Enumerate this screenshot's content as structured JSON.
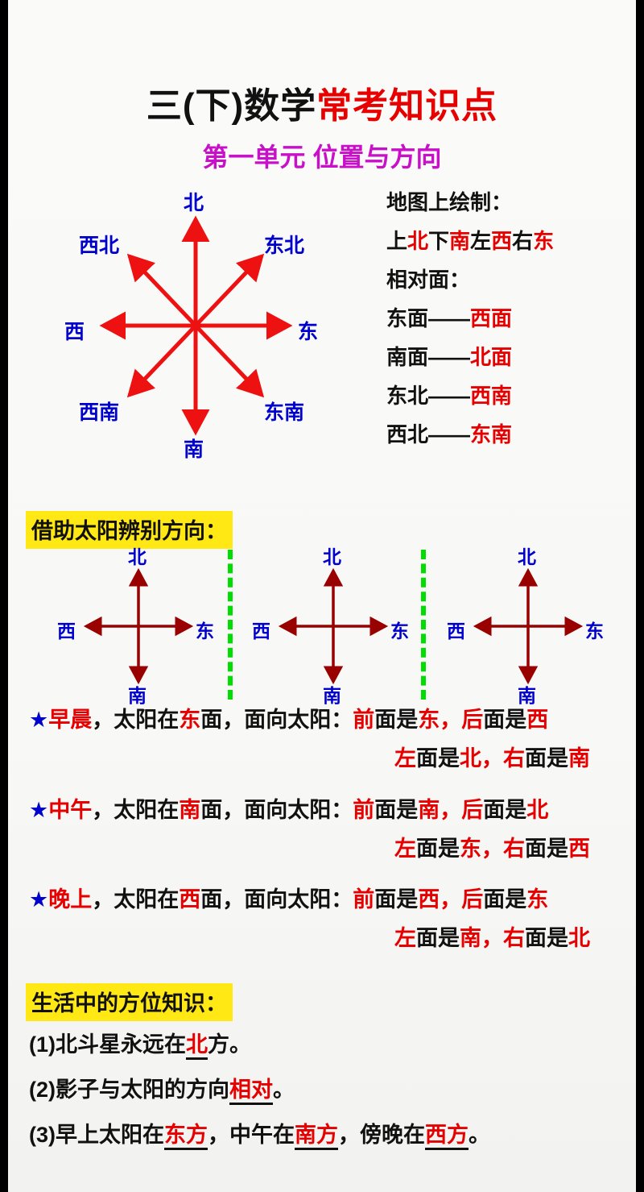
{
  "header": {
    "title_black": "三(下)数学",
    "title_red": "常考知识点",
    "subtitle": "第一单元 位置与方向"
  },
  "compass": {
    "labels": {
      "north": "北",
      "northeast": "东北",
      "east": "东",
      "southeast": "东南",
      "south": "南",
      "southwest": "西南",
      "west": "西",
      "northwest": "西北"
    },
    "arrow_color": "#ee1111",
    "label_color": "#0000cc"
  },
  "map_notes": {
    "heading1": "地图上绘制：",
    "rule_line": [
      {
        "t": "上",
        "c": "black"
      },
      {
        "t": "北",
        "c": "red"
      },
      {
        "t": "下",
        "c": "black"
      },
      {
        "t": "南",
        "c": "red"
      },
      {
        "t": "左",
        "c": "black"
      },
      {
        "t": "西",
        "c": "red"
      },
      {
        "t": "右",
        "c": "black"
      },
      {
        "t": "东",
        "c": "red"
      }
    ],
    "heading2": "相对面：",
    "pairs": [
      {
        "left": "东面——",
        "right": "西面"
      },
      {
        "left": "南面——",
        "right": "北面"
      },
      {
        "left": "东北——",
        "right": "西南"
      },
      {
        "left": "西北——",
        "right": "东南"
      }
    ]
  },
  "sun_section": {
    "heading": "借助太阳辨别方向：",
    "cross_labels": {
      "north": "北",
      "south": "南",
      "west": "西",
      "east": "东"
    },
    "divider_color": "#00dd00",
    "arrow_color": "#990000",
    "rules": [
      {
        "star": "★",
        "time": "早晨",
        "line1_mid": "，太阳在",
        "sun_dir": "东",
        "line1_tail": "面，面向太阳：",
        "front_label": "前",
        "front_mid": "面是",
        "front_dir": "东",
        "comma": "，",
        "back_label": "后",
        "back_mid": "面是",
        "back_dir": "西",
        "left_label": "左",
        "left_mid": "面是",
        "left_dir": "北",
        "right_label": "右",
        "right_mid": "面是",
        "right_dir": "南"
      },
      {
        "star": "★",
        "time": "中午",
        "line1_mid": "，太阳在",
        "sun_dir": "南",
        "line1_tail": "面，面向太阳：",
        "front_label": "前",
        "front_mid": "面是",
        "front_dir": "南",
        "comma": "，",
        "back_label": "后",
        "back_mid": "面是",
        "back_dir": "北",
        "left_label": "左",
        "left_mid": "面是",
        "left_dir": "东",
        "right_label": "右",
        "right_mid": "面是",
        "right_dir": "西"
      },
      {
        "star": "★",
        "time": "晚上",
        "line1_mid": "，太阳在",
        "sun_dir": "西",
        "line1_tail": "面，面向太阳：",
        "front_label": "前",
        "front_mid": "面是",
        "front_dir": "西",
        "comma": "，",
        "back_label": "后",
        "back_mid": "面是",
        "back_dir": "东",
        "left_label": "左",
        "left_mid": "面是",
        "left_dir": "南",
        "right_label": "右",
        "right_mid": "面是",
        "right_dir": "北"
      }
    ]
  },
  "life_section": {
    "heading": "生活中的方位知识：",
    "items": [
      {
        "num": "(1)",
        "p1": "北斗星永远在",
        "h1": "北",
        "p2": "方。",
        "h2": "",
        "p3": "",
        "h3": "",
        "p4": ""
      },
      {
        "num": "(2)",
        "p1": "影子与太阳的方向",
        "h1": "相对",
        "p2": "。",
        "h2": "",
        "p3": "",
        "h3": "",
        "p4": ""
      },
      {
        "num": "(3)",
        "p1": "早上太阳在",
        "h1": "东方",
        "p2": "，中午在",
        "h2": "南方",
        "p3": "，傍晚在",
        "h3": "西方",
        "p4": "。"
      }
    ]
  }
}
